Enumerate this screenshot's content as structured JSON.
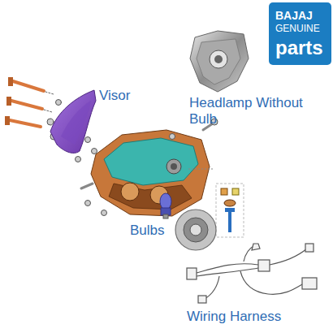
{
  "diagram": {
    "nodes": [
      {
        "text": [
          "BAJAJ",
          "GENUINE",
          "parts"
        ]
      }
    ],
    "labels": [
      "Visor",
      "Headlamp Without Bulb",
      "Bulbs",
      "Wiring Harness"
    ]
  }
}
